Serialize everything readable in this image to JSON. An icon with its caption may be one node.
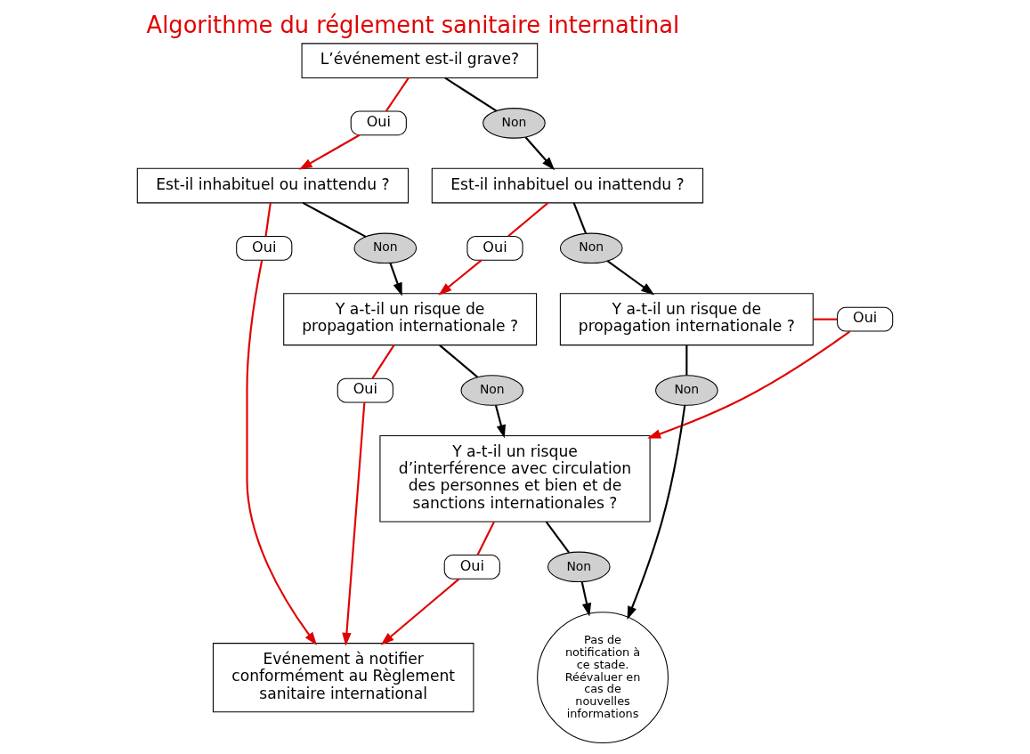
{
  "diagram": {
    "title": "Algorithme du réglement sanitaire internatinal",
    "nodes": [
      {
        "text": [
          "L’événement est-il grave?"
        ]
      },
      {
        "text": [
          "Oui"
        ]
      },
      {
        "text": [
          "Non"
        ]
      },
      {
        "text": [
          "Est-il inhabituel ou inattendu ?"
        ]
      },
      {
        "text": [
          "Est-il inhabituel ou inattendu ?"
        ]
      },
      {
        "text": [
          "Oui"
        ]
      },
      {
        "text": [
          "Non"
        ]
      },
      {
        "text": [
          "Oui"
        ]
      },
      {
        "text": [
          "Non"
        ]
      },
      {
        "text": [
          "Y a-t-il un risque de propagation internationale ?"
        ]
      },
      {
        "text": [
          "Oui"
        ]
      },
      {
        "text": [
          "Y a-t-il un risque de propagation internationale ?"
        ]
      },
      {
        "text": [
          "Y a-t-il un risque d’interférence avec circulation des personnes et bien et de sanctions internationales ?"
        ]
      },
      {
        "text": [
          "Oui"
        ]
      },
      {
        "text": [
          "Non"
        ]
      },
      {
        "text": [
          "Non"
        ]
      },
      {
        "text": [
          "Pas de notification à ce stade. Réévaluer en cas de nouvelles informations"
        ]
      },
      {
        "text": [
          "Oui"
        ]
      },
      {
        "text": [
          "Non"
        ]
      },
      {
        "text": [
          "Evénement à notifier conformément au Règlement sanitaire international"
        ]
      }
    ],
    "edges": [
      {
        "from": 0,
        "to": 1,
        "arrow": "none",
        "color": "#e00000"
      },
      {
        "from": 1,
        "to": 3,
        "arrow": "to",
        "color": "#e00000"
      },
      {
        "from": 0,
        "to": 2,
        "arrow": "none",
        "color": "#000000"
      },
      {
        "from": 2,
        "to": 4,
        "arrow": "to",
        "color": "#000000"
      },
      {
        "from": 3,
        "to": 5,
        "arrow": "none",
        "color": "#e00000"
      },
      {
        "from": 5,
        "to": 19,
        "arrow": "to",
        "color": "#e00000"
      },
      {
        "from": 3,
        "to": 6,
        "arrow": "none",
        "color": "#000000"
      },
      {
        "from": 6,
        "to": 9,
        "arrow": "to",
        "color": "#000000"
      },
      {
        "from": 4,
        "to": 7,
        "arrow": "none",
        "color": "#e00000"
      },
      {
        "from": 7,
        "to": 9,
        "arrow": "to",
        "color": "#e00000"
      },
      {
        "from": 4,
        "to": 8,
        "arrow": "none",
        "color": "#000000"
      },
      {
        "from": 8,
        "to": 11,
        "arrow": "to",
        "color": "#000000"
      },
      {
        "from": 11,
        "to": 10,
        "arrow": "none",
        "color": "#e00000"
      },
      {
        "from": 10,
        "to": 12,
        "arrow": "to",
        "color": "#e00000"
      },
      {
        "from": 9,
        "to": 13,
        "arrow": "none",
        "color": "#e00000"
      },
      {
        "from": 13,
        "to": 19,
        "arrow": "to",
        "color": "#e00000"
      },
      {
        "from": 9,
        "to": 14,
        "arrow": "none",
        "color": "#000000"
      },
      {
        "from": 14,
        "to": 12,
        "arrow": "to",
        "color": "#000000"
      },
      {
        "from": 11,
        "to": 15,
        "arrow": "none",
        "color": "#000000"
      },
      {
        "from": 15,
        "to": 16,
        "arrow": "to",
        "color": "#000000"
      },
      {
        "from": 12,
        "to": 17,
        "arrow": "none",
        "color": "#e00000"
      },
      {
        "from": 17,
        "to": 19,
        "arrow": "to",
        "color": "#e00000"
      },
      {
        "from": 12,
        "to": 18,
        "arrow": "none",
        "color": "#000000"
      },
      {
        "from": 18,
        "to": 16,
        "arrow": "to",
        "color": "#000000"
      }
    ]
  }
}
